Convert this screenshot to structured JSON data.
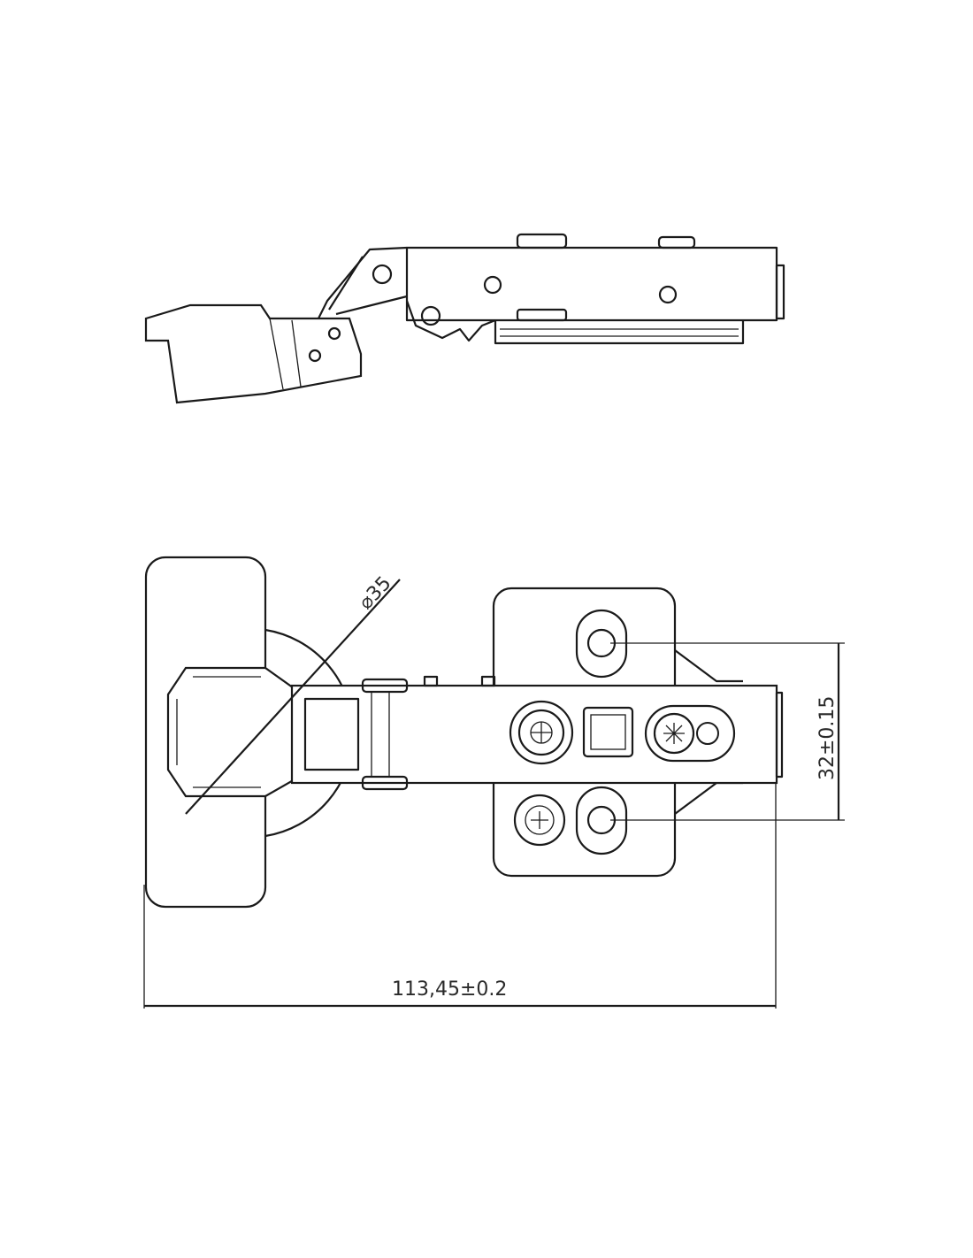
{
  "drawing": {
    "views": [
      "side-view",
      "top-view"
    ],
    "dimensions": {
      "cup_diameter": "⌀35",
      "hole_spacing": "32±0.15",
      "overall_length": "113,45±0.2"
    },
    "line_color": "#1a1a1a"
  }
}
